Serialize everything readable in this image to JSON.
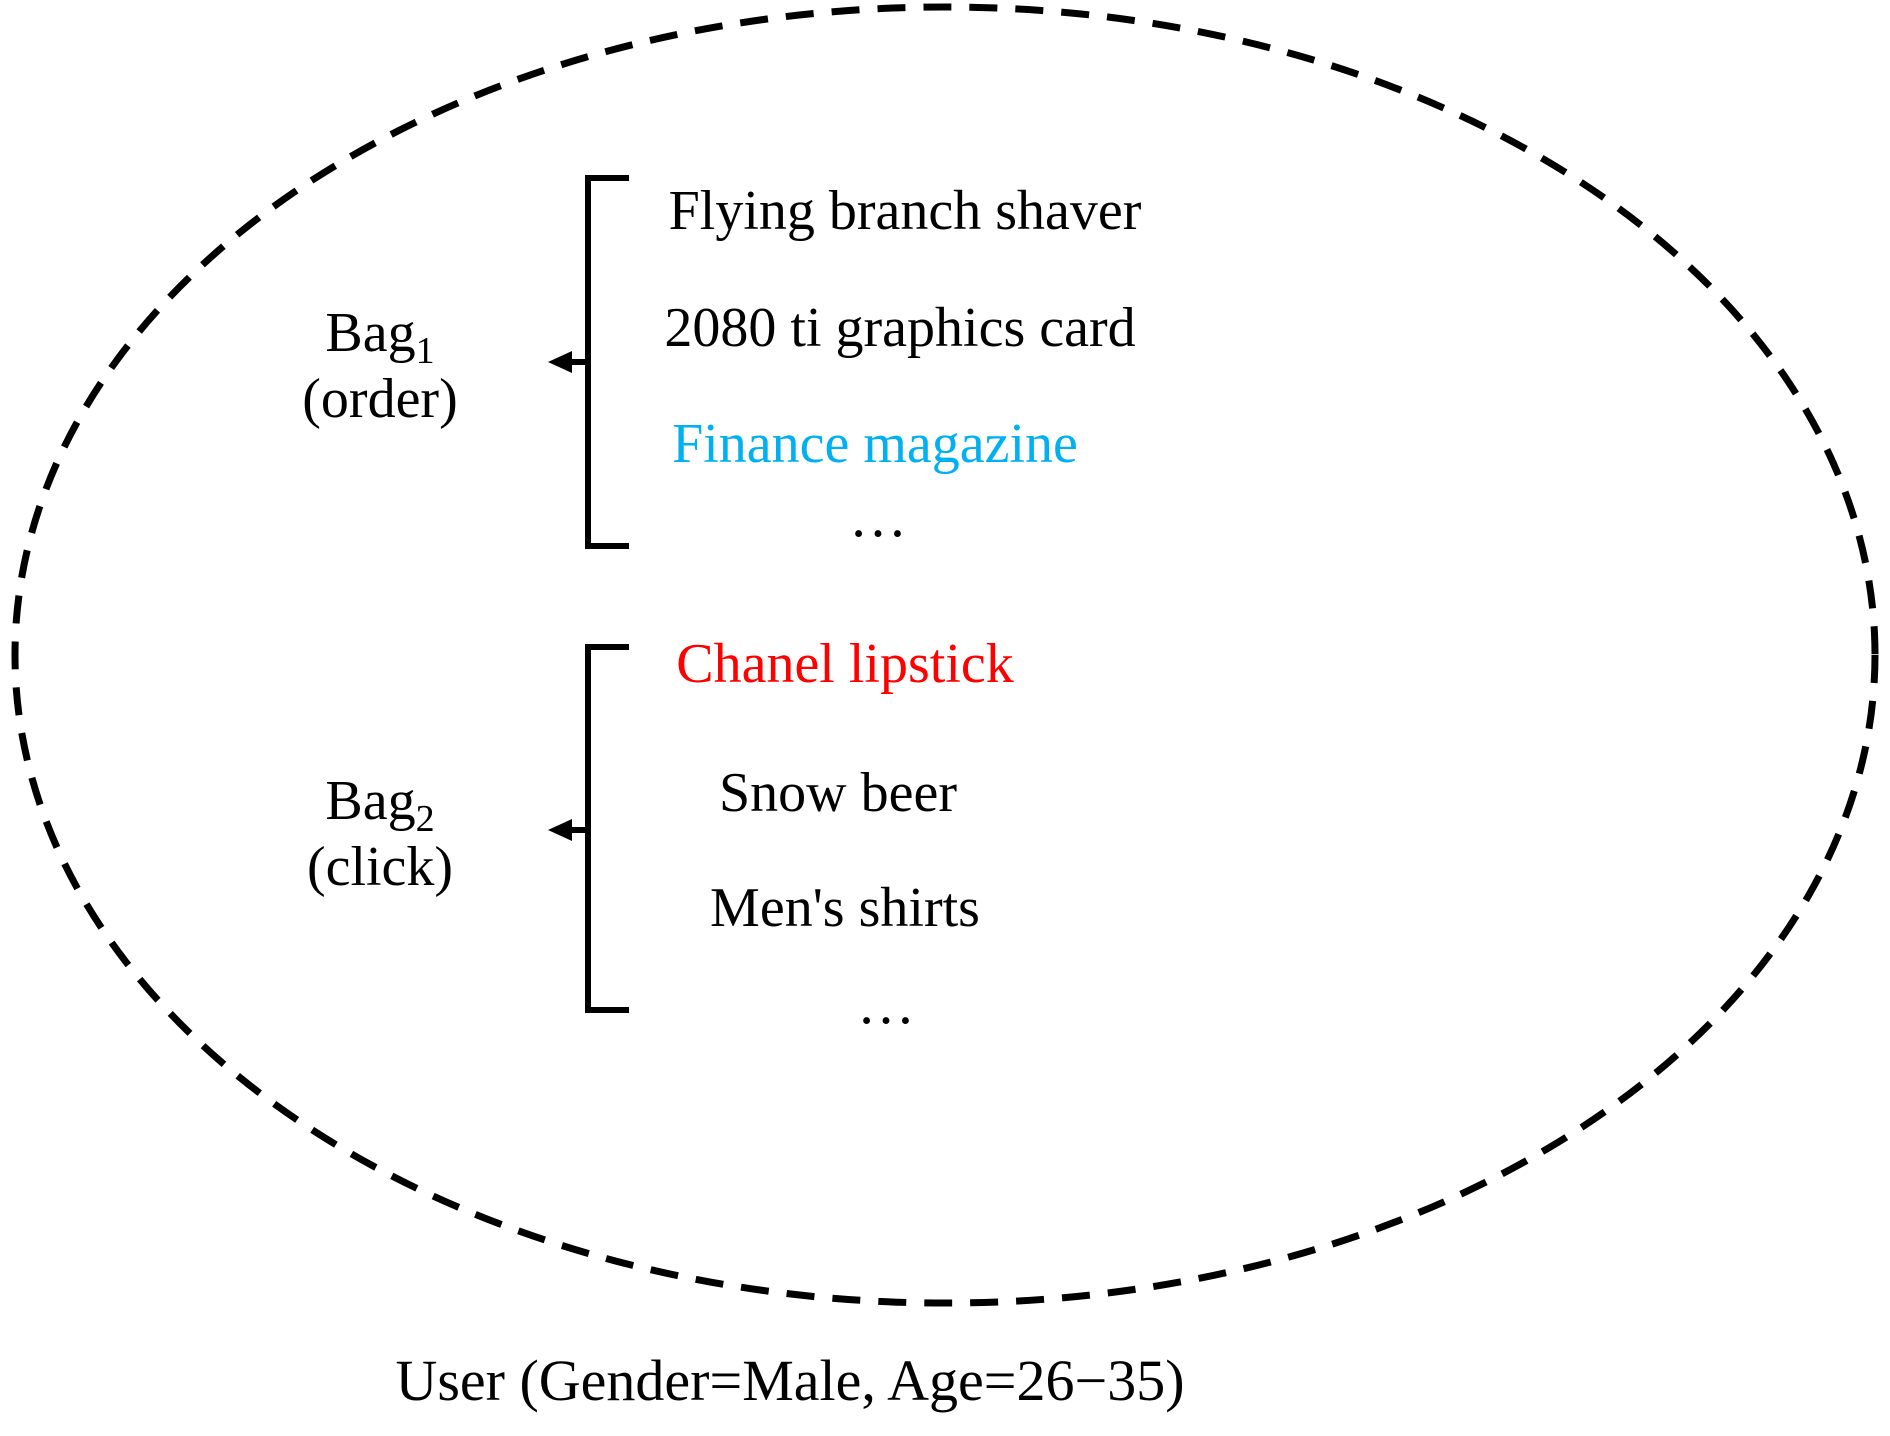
{
  "bag1": {
    "name": "Bag",
    "sub": "1",
    "mode": "(order)",
    "items": [
      {
        "text": "Flying branch shaver",
        "color": "#000000"
      },
      {
        "text": "2080 ti graphics card",
        "color": "#000000"
      },
      {
        "text": "Finance magazine",
        "color": "#00b0f0"
      },
      {
        "text": "…",
        "color": "#000000"
      }
    ]
  },
  "bag2": {
    "name": "Bag",
    "sub": "2",
    "mode": "(click)",
    "items": [
      {
        "text": "Chanel lipstick",
        "color": "#ff0000"
      },
      {
        "text": "Snow beer",
        "color": "#000000"
      },
      {
        "text": "Men's shirts",
        "color": "#000000"
      },
      {
        "text": "…",
        "color": "#000000"
      }
    ]
  },
  "caption": "User (Gender=Male, Age=26−35)",
  "colors": {
    "stroke": "#000000",
    "background": "#ffffff",
    "highlight_click": "#ff0000",
    "highlight_order": "#00b0f0"
  }
}
